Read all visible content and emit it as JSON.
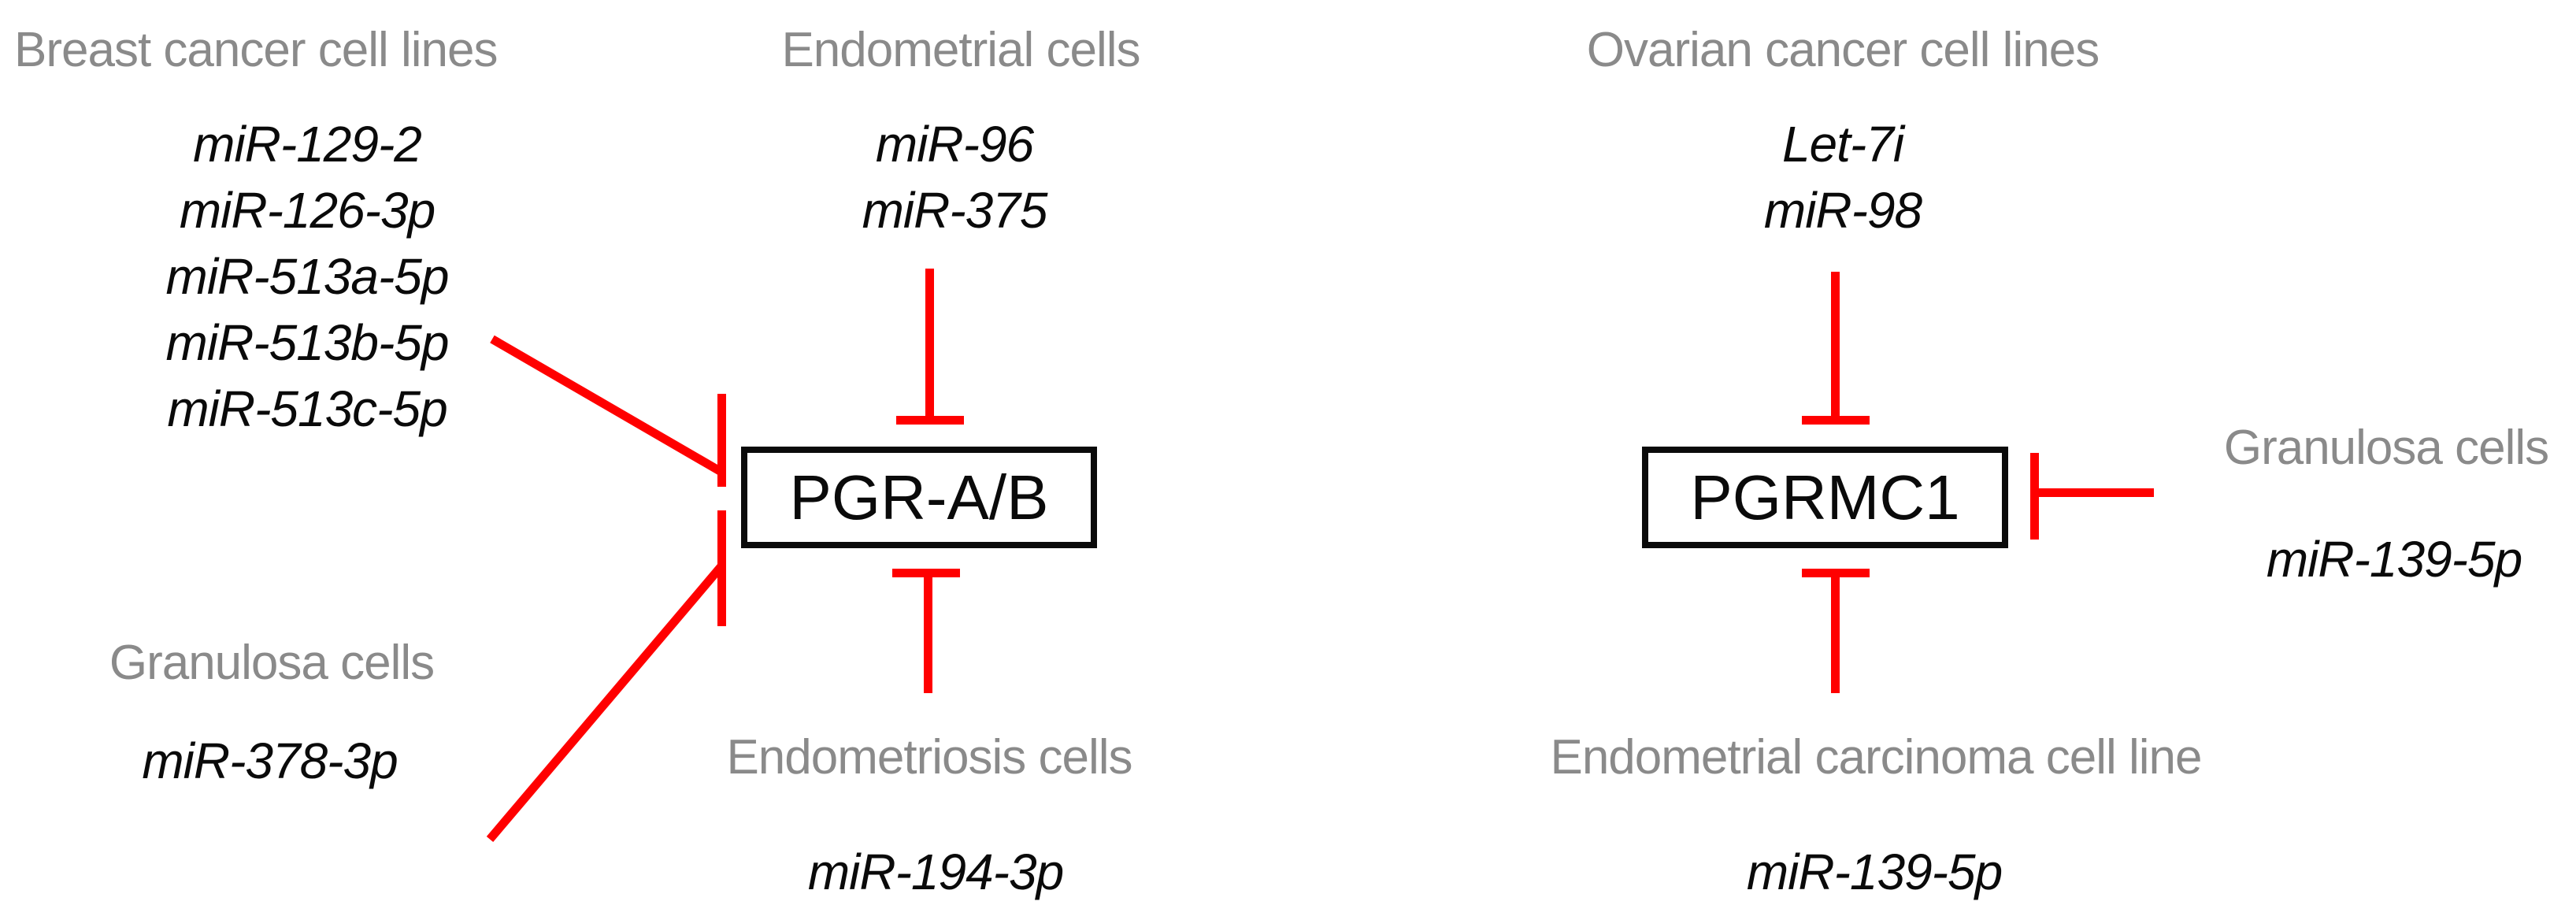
{
  "colors": {
    "inhibitor_red": "#ff0000",
    "heading_gray": "#8a8a8a",
    "text_black": "#0a0a0a",
    "background": "#ffffff"
  },
  "pgr_pathway": {
    "target": "PGR-A/B",
    "groups": [
      {
        "source": "Breast cancer cell lines",
        "mirnas": [
          "miR-129-2",
          "miR-126-3p",
          "miR-513a-5p",
          "miR-513b-5p",
          "miR-513c-5p"
        ]
      },
      {
        "source": "Endometrial cells",
        "mirnas": [
          "miR-96",
          "miR-375"
        ]
      },
      {
        "source": "Granulosa cells",
        "mirnas": [
          "miR-378-3p"
        ]
      },
      {
        "source": "Endometriosis cells",
        "mirnas": [
          "miR-194-3p"
        ]
      }
    ]
  },
  "pgrmc1_pathway": {
    "target": "PGRMC1",
    "groups": [
      {
        "source": "Ovarian cancer cell lines",
        "mirnas": [
          "Let-7i",
          "miR-98"
        ]
      },
      {
        "source": "Granulosa cells",
        "mirnas": [
          "miR-139-5p"
        ]
      },
      {
        "source": "Endometrial carcinoma cell line",
        "mirnas": [
          "miR-139-5p"
        ]
      }
    ]
  }
}
